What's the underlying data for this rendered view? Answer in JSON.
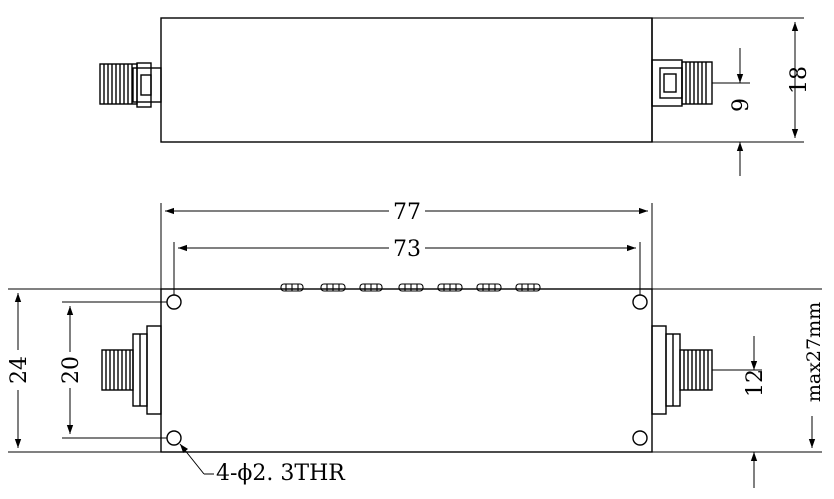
{
  "drawing": {
    "top_view": {
      "dim_height": "18",
      "dim_center": "9"
    },
    "bottom_view": {
      "dim_length_overall": "77",
      "dim_hole_spacing_x": "73",
      "dim_height_body": "24",
      "dim_hole_spacing_y": "20",
      "dim_connector_offset": "12",
      "dim_max_height": "max27mm",
      "hole_note": "4-ϕ2. 3THR"
    },
    "colors": {
      "line": "#000000",
      "background": "#ffffff"
    }
  }
}
